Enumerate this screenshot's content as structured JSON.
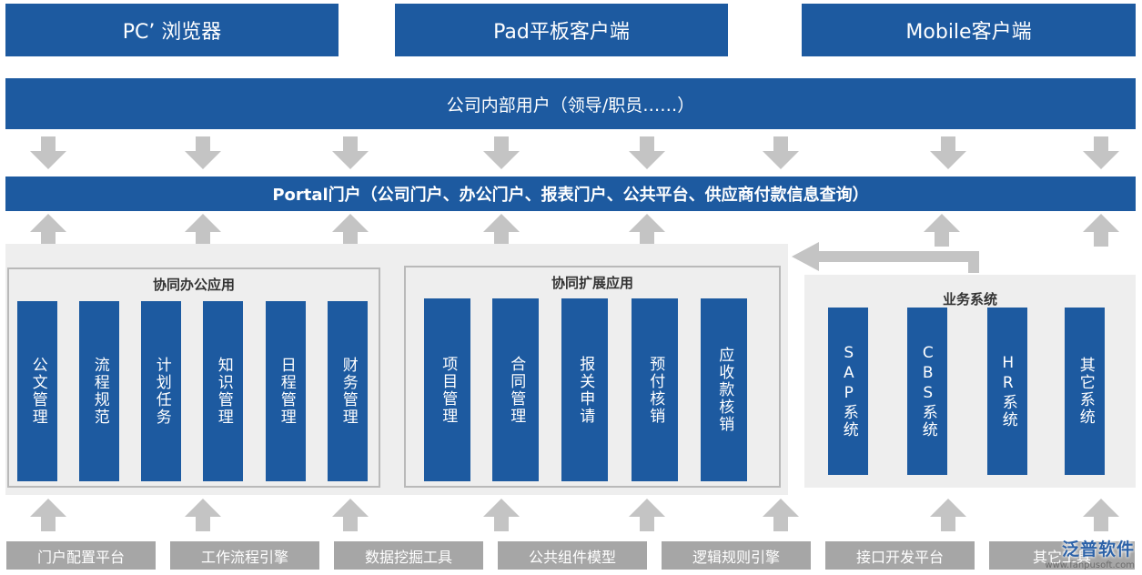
{
  "clients": [
    {
      "label": "PC’ 浏览器"
    },
    {
      "label": "Pad平板客户端"
    },
    {
      "label": "Mobile客户端"
    }
  ],
  "users_band": "公司内部用户（领导/职员……）",
  "portal_band": "Portal门户（公司门户、办公门户、报表门户、公共平台、供应商付款信息查询）",
  "office_group": {
    "title": "协同办公应用",
    "modules": [
      "公文管理",
      "流程规范",
      "计划任务",
      "知识管理",
      "日程管理",
      "财务管理"
    ]
  },
  "extension_group": {
    "title": "协同扩展应用",
    "modules": [
      "项目管理",
      "合同管理",
      "报关申请",
      "预付核销",
      "应收款核销"
    ]
  },
  "business_group": {
    "title": "业务系统",
    "modules": [
      "SAP系统",
      "CBS系统",
      "HR系统",
      "其它系统"
    ]
  },
  "tools": [
    "门户配置平台",
    "工作流程引擎",
    "数据挖掘工具",
    "公共组件模型",
    "逻辑规则引擎",
    "接口开发平台",
    "其它工具"
  ],
  "logo": {
    "text": "泛普软件",
    "url": "www.fanpusoft.com"
  },
  "colors": {
    "primary_blue": "#1d5aa0",
    "arrow_gray": "#c4c4c4",
    "tool_gray": "#a6a6a6",
    "panel_gray": "#eeeeee"
  }
}
